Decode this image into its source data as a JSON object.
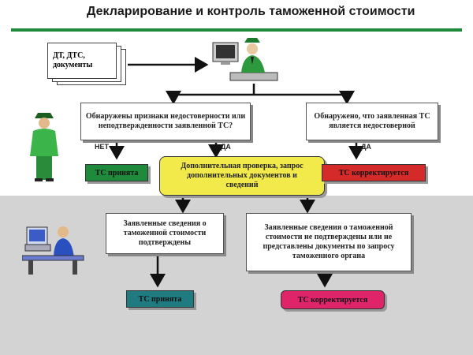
{
  "title": "Декларирование и контроль таможенной стоимости",
  "colors": {
    "title_bar": "#1e8a3c",
    "accepted": "#1f8a3c",
    "corrected": "#d42a2a",
    "check": "#f2ea4a",
    "accepted_bottom": "#1f7b80",
    "corrected_bottom": "#e0246a"
  },
  "documents_label": "ДТ, ДТС, документы",
  "decision_left": "Обнаружены признаки недостоверности или неподтвержденности заявленной ТС?",
  "decision_right": "Обнаружено, что заявленная ТС является недостоверной",
  "label_no": "НЕТ",
  "label_yes_left": "ДА",
  "label_yes_right": "ДА",
  "result_accepted_top": "ТС принята",
  "additional_check": "Дополнительная проверка, запрос дополнительных документов и сведений",
  "result_corrected_top": "ТС корректируется",
  "confirmed_box": "Заявленные сведения о таможенной стоимости подтверждены",
  "not_confirmed_box": "Заявленные сведения о таможенной стоимости не подтверждены или не представлены документы по запросу таможенного органа",
  "result_accepted_bottom": "ТС принята",
  "result_corrected_bottom": "ТС корректируется"
}
